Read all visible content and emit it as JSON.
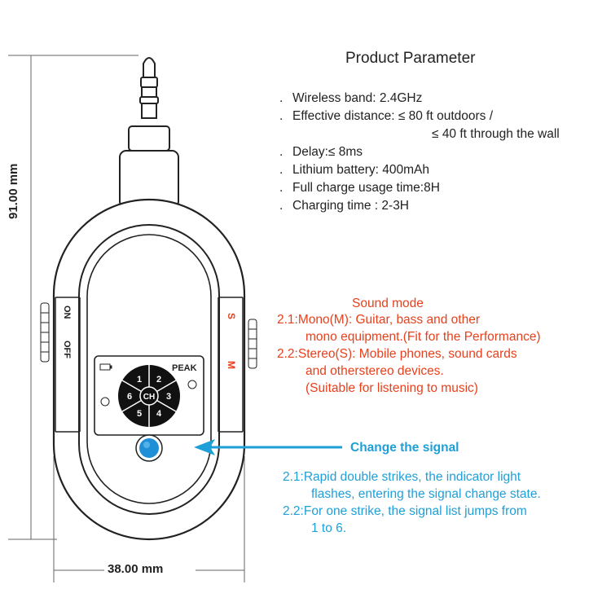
{
  "title": "Product Parameter",
  "parameters": [
    {
      "bullet": ".",
      "text": "Wireless band: 2.4GHz"
    },
    {
      "bullet": ".",
      "text": "Effective distance: ≤ 80 ft outdoors /"
    },
    {
      "bullet": "",
      "text": "≤ 40 ft through the wall"
    },
    {
      "bullet": ".",
      "text": "Delay:≤ 8ms"
    },
    {
      "bullet": ".",
      "text": "Lithium battery: 400mAh"
    },
    {
      "bullet": ".",
      "text": "Full charge usage time:8H"
    },
    {
      "bullet": ".",
      "text": "Charging time : 2-3H"
    }
  ],
  "sound_mode": {
    "title": "Sound mode",
    "lines": [
      "2.1:Mono(M): Guitar, bass and other",
      "mono equipment.(Fit for the Performance)",
      "2.2:Stereo(S): Mobile phones, sound cards",
      "and otherstereo devices.",
      "(Suitable for listening to music)"
    ]
  },
  "change_signal": {
    "title": "Change the signal",
    "lines": [
      "2.1:Rapid double strikes, the indicator light",
      "flashes, entering the signal change state.",
      "2.2:For one strike, the signal list jumps from",
      "1 to 6."
    ]
  },
  "dimensions": {
    "height": "91.00 mm",
    "width": "38.00 mm"
  },
  "device_labels": {
    "on": "ON",
    "off": "OFF",
    "s": "S",
    "m": "M",
    "peak": "PEAK",
    "ch": "CH",
    "channels": [
      "1",
      "2",
      "3",
      "4",
      "5",
      "6"
    ]
  },
  "colors": {
    "sound_mode": "#e8401c",
    "change_signal": "#1f9fd8",
    "button": "#1f8fd8",
    "outline": "#333333"
  },
  "icons": [
    "battery-icon",
    "arrow-icon",
    "signal-button-icon"
  ]
}
